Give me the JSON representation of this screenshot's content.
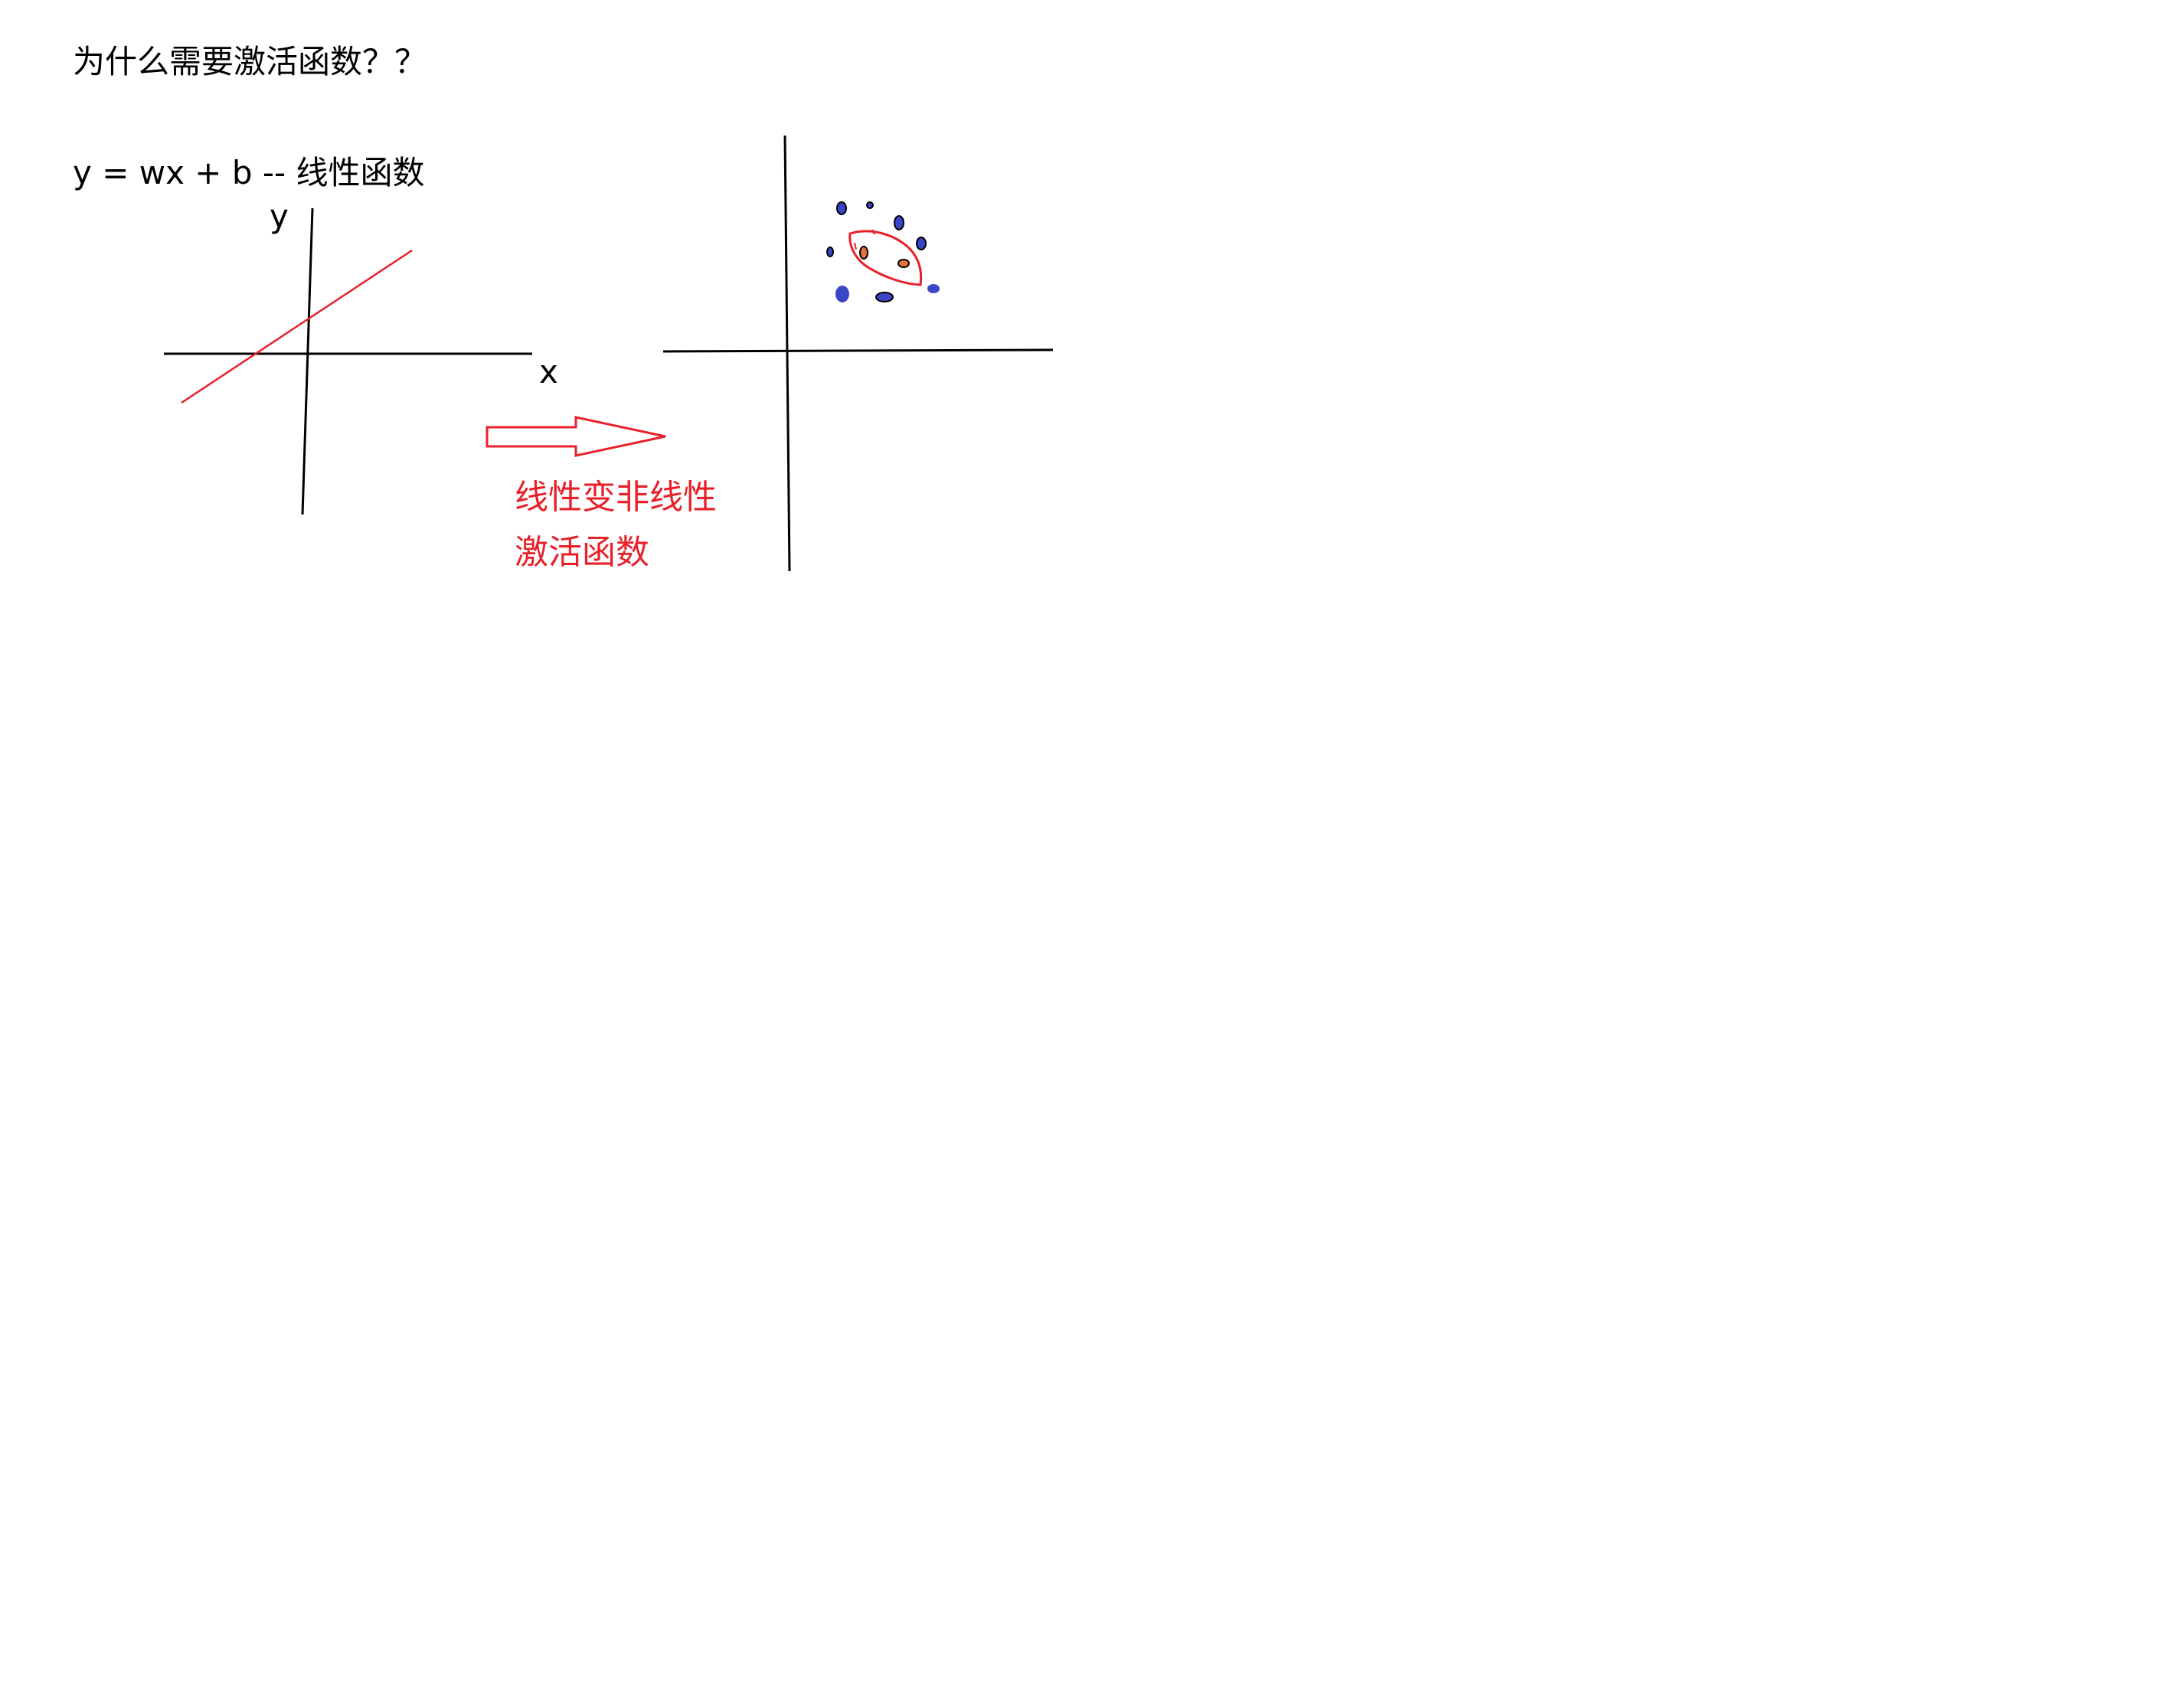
{
  "title": "为什么需要激活函数？？",
  "formula": "y = wx + b    -- 线性函数",
  "left_plot": {
    "y_label": "y",
    "x_label": "x"
  },
  "arrow_labels": {
    "line1": "线性变非线性",
    "line2": "激活函数"
  },
  "colors": {
    "ink": "#000000",
    "red": "#e8202a",
    "dot_blue": "#3a45c8",
    "dot_orange": "#e8733a"
  }
}
